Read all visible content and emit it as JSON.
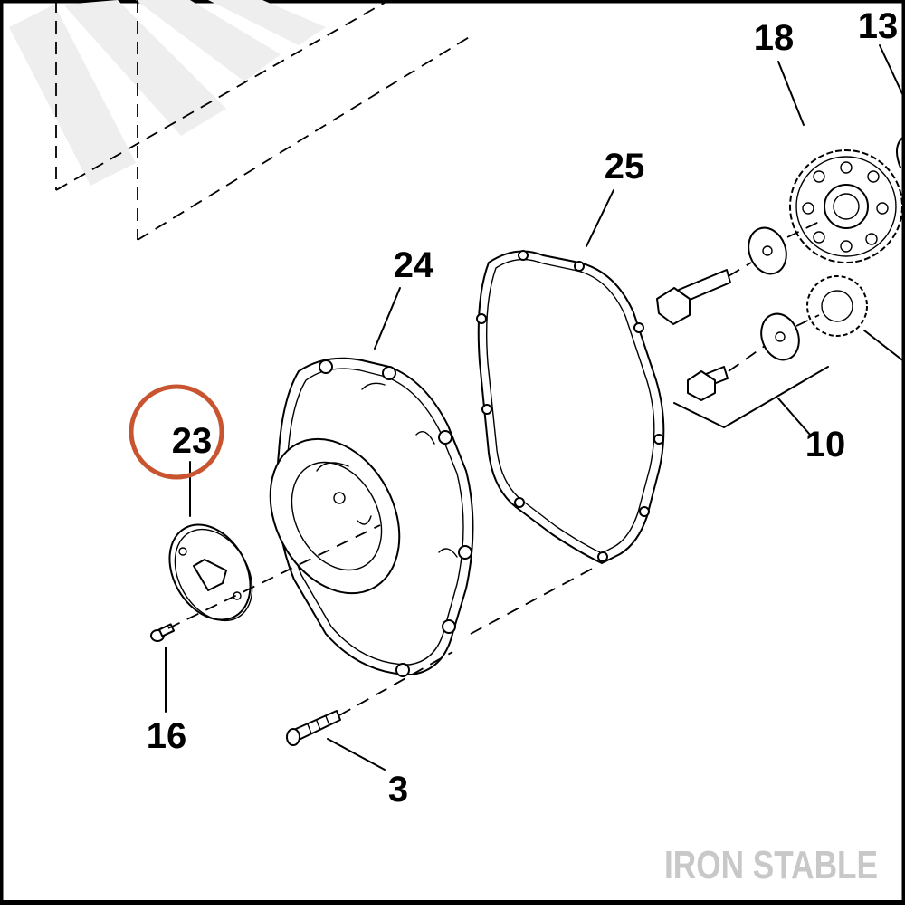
{
  "callouts": [
    {
      "id": "18",
      "label": "18"
    },
    {
      "id": "13",
      "label": "13"
    },
    {
      "id": "25",
      "label": "25"
    },
    {
      "id": "24",
      "label": "24"
    },
    {
      "id": "23",
      "label": "23",
      "highlighted": true
    },
    {
      "id": "10",
      "label": "10"
    },
    {
      "id": "16",
      "label": "16"
    },
    {
      "id": "3",
      "label": "3"
    }
  ],
  "watermark": "IRON STABLE",
  "colors": {
    "highlight_ring": "#c8552f",
    "line": "#000000",
    "watermark": "#c8c8c8"
  }
}
